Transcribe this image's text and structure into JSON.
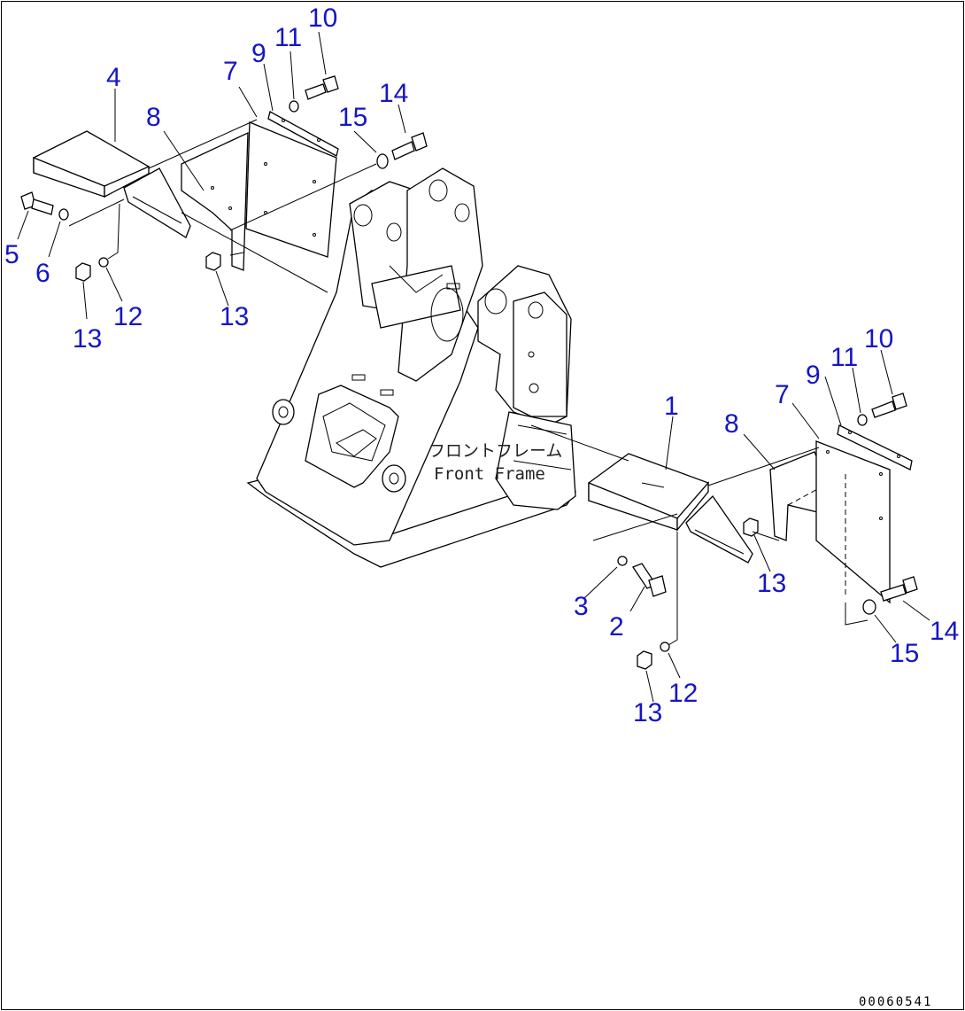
{
  "diagram": {
    "frame_label_jp": "フロントフレーム",
    "frame_label_en": "Front Frame",
    "catalog_number": "00060541",
    "callouts": {
      "c1": "1",
      "c2": "2",
      "c3": "3",
      "c4": "4",
      "c5": "5",
      "c6": "6",
      "l7": "7",
      "l8": "8",
      "l9": "9",
      "l10": "10",
      "l11": "11",
      "l12": "12",
      "l13a": "13",
      "l13b": "13",
      "l14": "14",
      "l15": "15",
      "r7": "7",
      "r8": "8",
      "r9": "9",
      "r10": "10",
      "r11": "11",
      "r12": "12",
      "r13a": "13",
      "r13b": "13",
      "r14": "14",
      "r15": "15"
    },
    "colors": {
      "callout": "#1515c8",
      "line": "#000000"
    }
  }
}
